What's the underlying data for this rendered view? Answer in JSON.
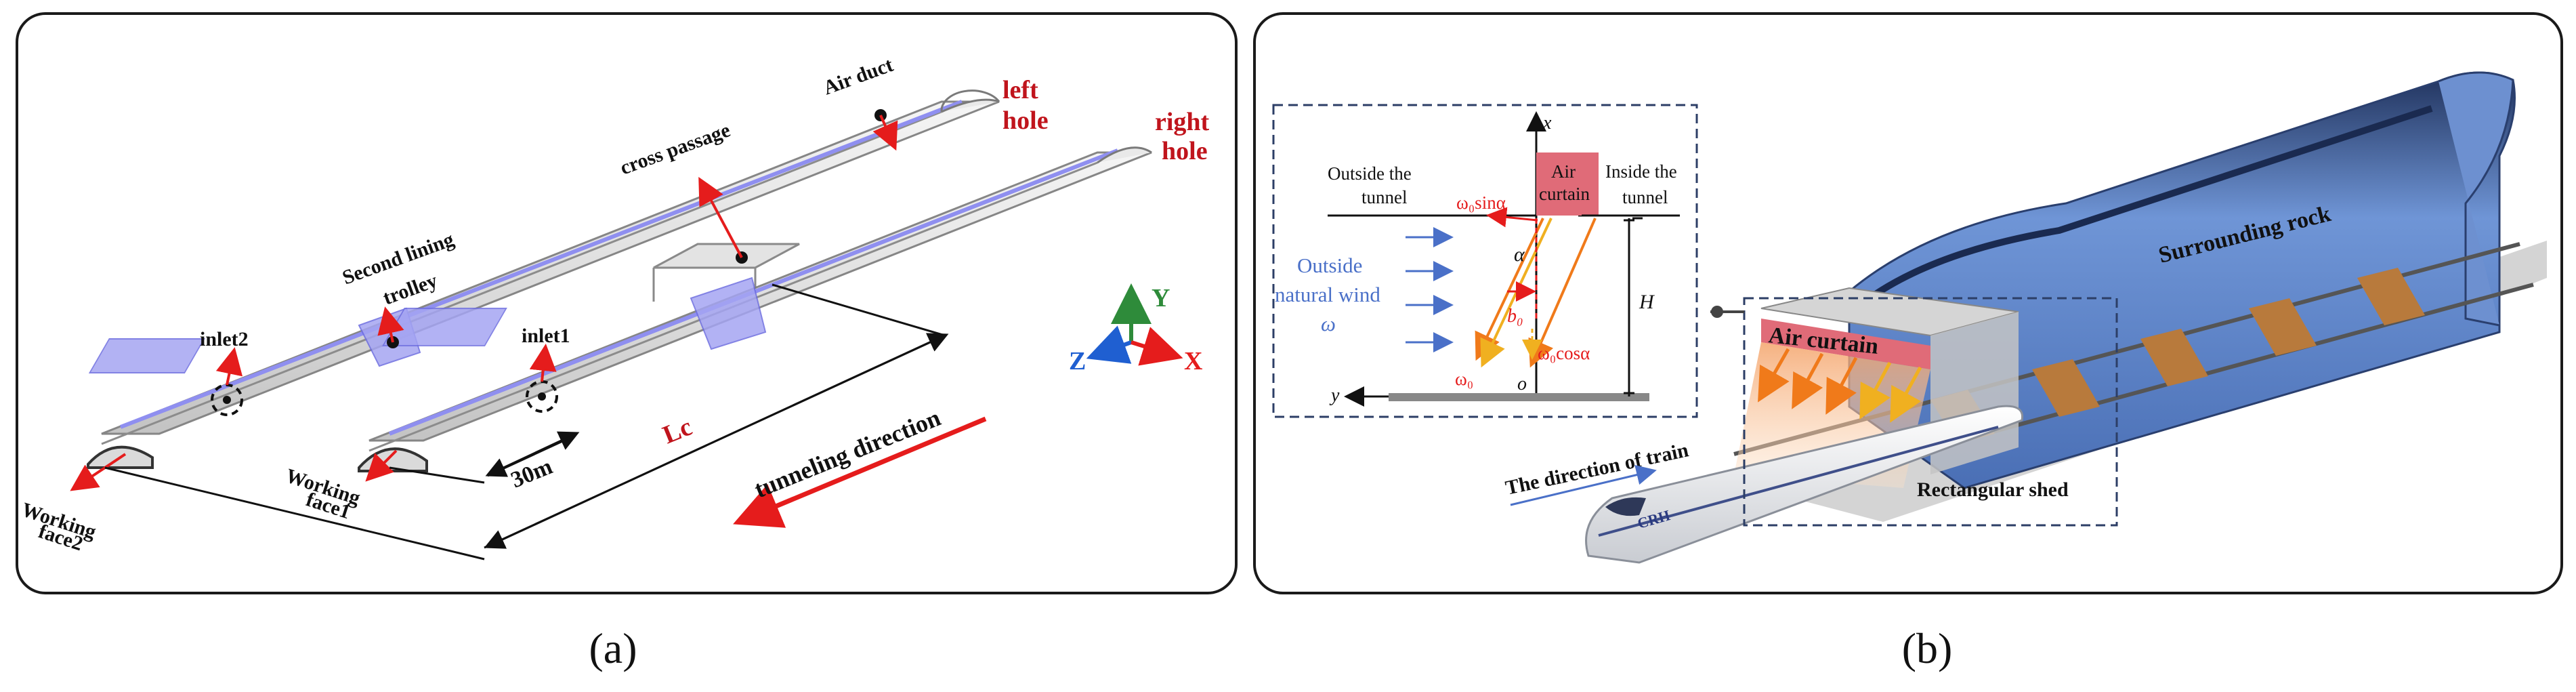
{
  "panel_a": {
    "caption": "(a)",
    "labels": {
      "left_hole_1": "left",
      "left_hole_2": "hole",
      "right_hole_1": "right",
      "right_hole_2": "hole",
      "air_duct": "Air duct",
      "cross_passage": "cross passage",
      "second_lining_1": "Second lining",
      "second_lining_2": "trolley",
      "inlet2": "inlet2",
      "inlet1": "inlet1",
      "working_face2_1": "Working",
      "working_face2_2": "face2",
      "working_face1_1": "Working",
      "working_face1_2": "face1",
      "dim_30m": "30m",
      "dim_lc": "Lc",
      "tunneling_direction": "tunneling direction",
      "axis_y": "Y",
      "axis_z": "Z",
      "axis_x": "X"
    },
    "colors": {
      "red_arrow": "#e51c1c",
      "hole_label": "#c0141c",
      "duct": "#8f8ff0",
      "axis_y": "#2e8b3a",
      "axis_z": "#1f5fd1",
      "axis_x": "#e51c1c"
    }
  },
  "panel_b": {
    "caption": "(b)",
    "inset": {
      "axis_x": "x",
      "axis_y": "y",
      "origin": "o",
      "outside_tunnel_1": "Outside the",
      "outside_tunnel_2": "tunnel",
      "inside_tunnel_1": "Inside the",
      "inside_tunnel_2": "tunnel",
      "air_curtain_1": "Air",
      "air_curtain_2": "curtain",
      "w0_sin": "ω₀sinα",
      "w0_cos": "ω₀cosα",
      "alpha": "α",
      "b0": "b₀",
      "w0": "ω₀",
      "H": "H",
      "natural_wind_1": "Outside",
      "natural_wind_2": "natural wind",
      "natural_wind_3": "ω"
    },
    "labels": {
      "surrounding_rock": "Surrounding rock",
      "air_curtain": "Air curtain",
      "train_direction": "The direction of train",
      "rectangular_shed": "Rectangular shed",
      "train_badge": "CRH"
    },
    "colors": {
      "tunnel_blue": "#5b7fc0",
      "curtain_red": "#e06b78",
      "arrow_orange": "#f07a1a",
      "arrow_yellow": "#f0b020",
      "track_brown": "#b87a3c",
      "wind_blue": "#4a70c8"
    }
  }
}
